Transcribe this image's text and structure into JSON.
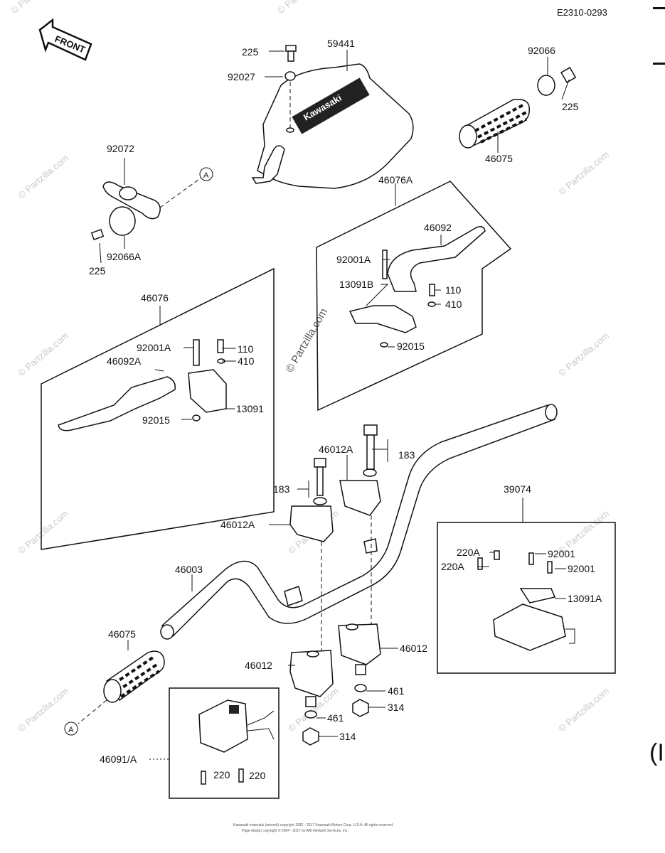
{
  "figure_code": "E2310-0293",
  "front_label": "FRONT",
  "cover_brand": "Kawasaki",
  "ref_marker": "A",
  "edge_mark": "(I",
  "watermark": "© Partzilla.com",
  "copyright_lines": [
    "Kawasaki materials (artwork) copyright 1992 - 2017 Kawasaki Motors Corp. U.S.A. All rights reserved.",
    "Page design copyright © 2004 - 2017 by ARI Network Services, Inc."
  ],
  "labels": [
    {
      "text": "225"
    },
    {
      "text": "59441"
    },
    {
      "text": "92027"
    },
    {
      "text": "92066"
    },
    {
      "text": "225"
    },
    {
      "text": "46075"
    },
    {
      "text": "92072"
    },
    {
      "text": "92066A"
    },
    {
      "text": "225"
    },
    {
      "text": "46076A"
    },
    {
      "text": "46092"
    },
    {
      "text": "92001A"
    },
    {
      "text": "13091B"
    },
    {
      "text": "110"
    },
    {
      "text": "410"
    },
    {
      "text": "92015"
    },
    {
      "text": "46076"
    },
    {
      "text": "92001A"
    },
    {
      "text": "110"
    },
    {
      "text": "46092A"
    },
    {
      "text": "410"
    },
    {
      "text": "13091"
    },
    {
      "text": "92015"
    },
    {
      "text": "46012A"
    },
    {
      "text": "183"
    },
    {
      "text": "183"
    },
    {
      "text": "46012A"
    },
    {
      "text": "39074"
    },
    {
      "text": "220A"
    },
    {
      "text": "92001"
    },
    {
      "text": "220A"
    },
    {
      "text": "92001"
    },
    {
      "text": "13091A"
    },
    {
      "text": "46003"
    },
    {
      "text": "46075"
    },
    {
      "text": "46012"
    },
    {
      "text": "46012"
    },
    {
      "text": "461"
    },
    {
      "text": "314"
    },
    {
      "text": "461"
    },
    {
      "text": "314"
    },
    {
      "text": "46091/A"
    },
    {
      "text": "220"
    },
    {
      "text": "220"
    }
  ]
}
